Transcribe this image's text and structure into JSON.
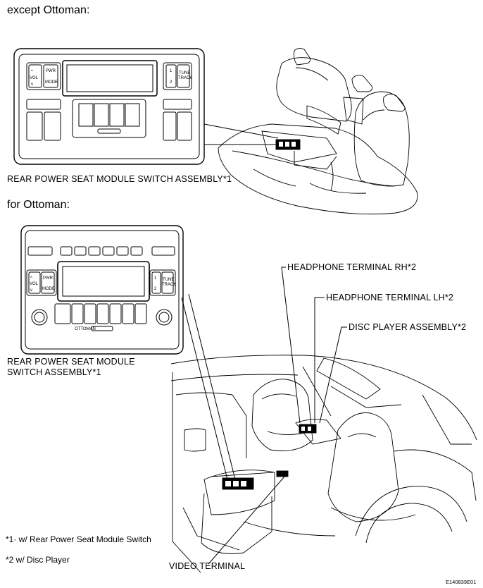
{
  "section_top": {
    "heading": "except Ottoman:"
  },
  "section_bottom": {
    "heading": "for Ottoman:"
  },
  "labels": {
    "rear_switch_top": "REAR POWER SEAT MODULE SWITCH ASSEMBLY*1",
    "rear_switch_bottom_line1": "REAR POWER SEAT MODULE",
    "rear_switch_bottom_line2": "SWITCH ASSEMBLY*1",
    "headphone_rh": "HEADPHONE TERMINAL RH*2",
    "headphone_lh": "HEADPHONE TERMINAL LH*2",
    "disc_player": "DISC PLAYER ASSEMBLY*2",
    "video_terminal": "VIDEO TERMINAL"
  },
  "footnotes": {
    "note1": "*1· w/ Rear Power Seat Module Switch",
    "note2": "*2  w/ Disc Player"
  },
  "figure_code": "E140839E01",
  "panel_top": {
    "pwr": "PWR",
    "vol": "VOL",
    "mode": "MODE",
    "tune": "TUNE",
    "track": "TRACK",
    "one": "1",
    "two": "2"
  },
  "panel_bottom": {
    "pwr": "PWR",
    "vol": "VOL",
    "mode": "MODE",
    "tune": "TUNE",
    "track": "TRACK",
    "one": "1",
    "two": "2",
    "ottoman": "OTTOMAN"
  }
}
